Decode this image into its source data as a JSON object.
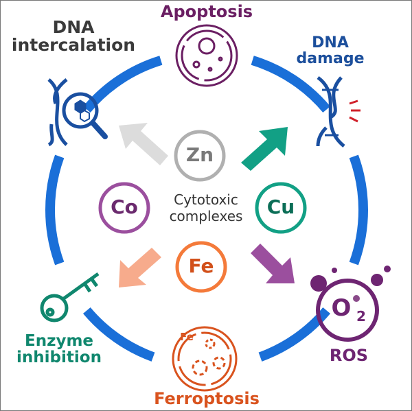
{
  "center": {
    "title_line1": "Cytotoxic",
    "title_line2": "complexes",
    "text_color": "#333333"
  },
  "metals": [
    {
      "symbol": "Zn",
      "color": "#b0b0b0",
      "text_color": "#7a7a7a"
    },
    {
      "symbol": "Co",
      "color": "#9b4f9e",
      "text_color": "#6b2a6e"
    },
    {
      "symbol": "Cu",
      "color": "#12a085",
      "text_color": "#0b6e57"
    },
    {
      "symbol": "Fe",
      "color": "#f47a3a",
      "text_color": "#d2501a"
    }
  ],
  "outcomes": {
    "apoptosis": {
      "label": "Apoptosis",
      "color": "#6b1f63"
    },
    "dna_damage": {
      "line1": "DNA",
      "line2": "damage",
      "color": "#1c4f9c"
    },
    "ros": {
      "label": "ROS",
      "icon_text": "O",
      "icon_sub": "2",
      "color": "#6e2572"
    },
    "ferroptosis": {
      "label": "Ferroptosis",
      "icon_text": "Fe",
      "color": "#d9531e"
    },
    "enzyme_inhibition": {
      "line1": "Enzyme",
      "line2": "inhibition",
      "color": "#10876e"
    },
    "dna_intercalation": {
      "line1": "DNA",
      "line2": "intercalation",
      "color": "#3a3a3a"
    }
  },
  "colors": {
    "ring": "#1a6fd8",
    "arrow_zn": "#dcdcdc",
    "arrow_cu": "#12a085",
    "arrow_co": "#9b4f9e",
    "arrow_fe": "#f7ab8c",
    "icon_blue": "#1a4fa0"
  }
}
